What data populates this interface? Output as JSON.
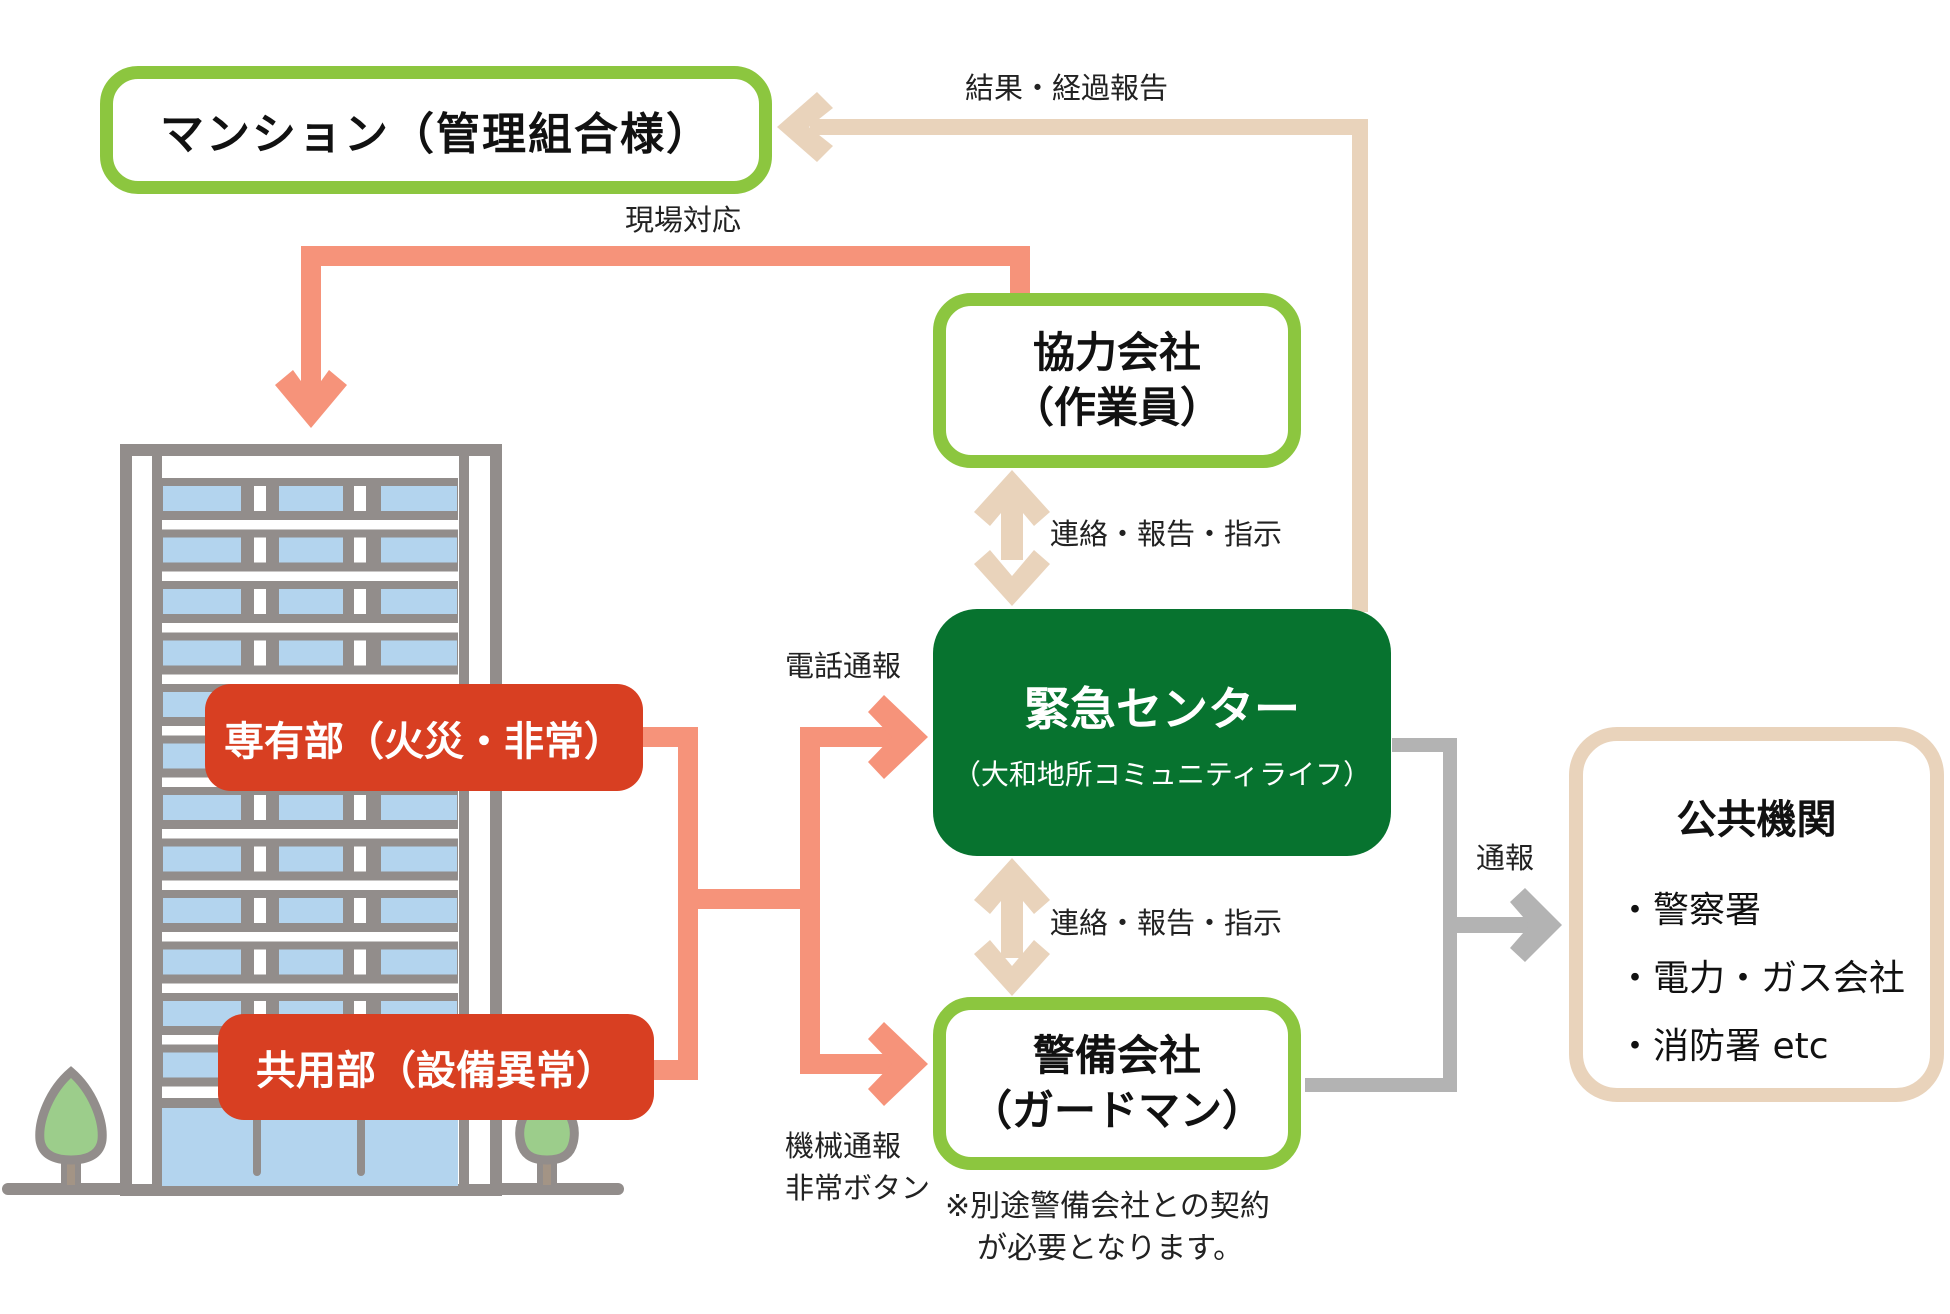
{
  "colors": {
    "green_outline": "#8cc63f",
    "center_fill": "#07732f",
    "red_fill": "#d83f22",
    "salmon_arrow": "#f6937a",
    "beige_arrow": "#e9d3bb",
    "gray_arrow": "#b3b3b3",
    "building_frame": "#928d8b",
    "window_blue": "#b3d4ee",
    "tree_green": "#9ccd8b"
  },
  "nodes": {
    "mansion": {
      "label": "マンション（管理組合様）"
    },
    "partner": {
      "line1": "協力会社",
      "line2": "（作業員）"
    },
    "center": {
      "title": "緊急センター",
      "subtitle": "（大和地所コミュニティライフ）"
    },
    "security": {
      "line1": "警備会社",
      "line2": "（ガードマン）"
    },
    "public": {
      "title": "公共機関",
      "items": [
        "・警察署",
        "・電力・ガス会社",
        "・消防署 etc"
      ]
    },
    "private_area": {
      "label": "専有部（火災・非常）"
    },
    "common_area": {
      "label": "共用部（設備異常）"
    }
  },
  "edge_labels": {
    "report_result": "結果・経過報告",
    "onsite": "現場対応",
    "contact_top": "連絡・報告・指示",
    "contact_bottom": "連絡・報告・指示",
    "phone": "電話通報",
    "machine_line1": "機械通報",
    "machine_line2": "非常ボタン",
    "notify": "通報"
  },
  "note": {
    "line1": "※別途警備会社との契約",
    "line2": "が必要となります。"
  }
}
